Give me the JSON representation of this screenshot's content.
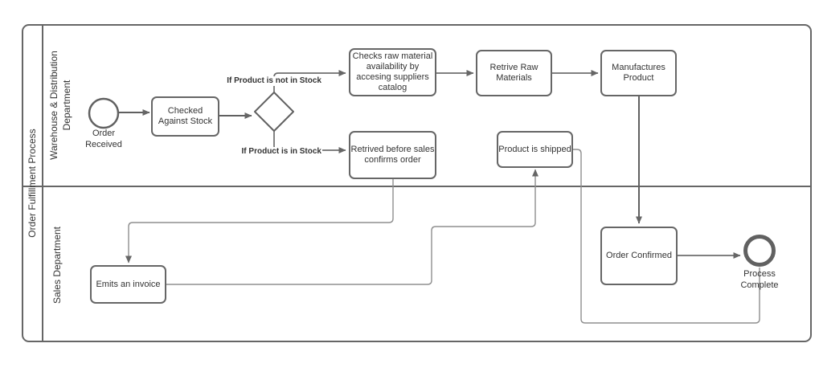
{
  "pool": {
    "title": "Order Fulfillment Process"
  },
  "lanes": {
    "warehouse": {
      "lines": [
        "Warehouse & Distribution",
        "Department"
      ]
    },
    "sales": {
      "label": "Sales Department"
    }
  },
  "nodes": {
    "order_received": {
      "lines": [
        "Order",
        "Received"
      ]
    },
    "checked_against_stock": {
      "lines": [
        "Checked",
        "Against Stock"
      ]
    },
    "checks_raw_material": {
      "lines": [
        "Checks raw material",
        "availability by",
        "accesing suppliers",
        "catalog"
      ]
    },
    "retrive_raw_materials": {
      "lines": [
        "Retrive Raw",
        "Materials"
      ]
    },
    "manufactures_product": {
      "lines": [
        "Manufactures",
        "Product"
      ]
    },
    "retrived_before_sales": {
      "lines": [
        "Retrived before sales",
        "confirms order"
      ]
    },
    "product_is_shipped": {
      "lines": [
        "Product is shipped"
      ]
    },
    "emits_an_invoice": {
      "lines": [
        "Emits an invoice"
      ]
    },
    "order_confirmed": {
      "lines": [
        "Order Confirmed"
      ]
    },
    "process_complete": {
      "lines": [
        "Process",
        "Complete"
      ]
    }
  },
  "edge_labels": {
    "not_in_stock": "If Product is not in Stock",
    "in_stock": "If Product is in Stock"
  },
  "colors": {
    "shape_stroke": "#666666",
    "connector": "#6e6e6e",
    "text": "#333333",
    "canvas": "#ffffff"
  }
}
